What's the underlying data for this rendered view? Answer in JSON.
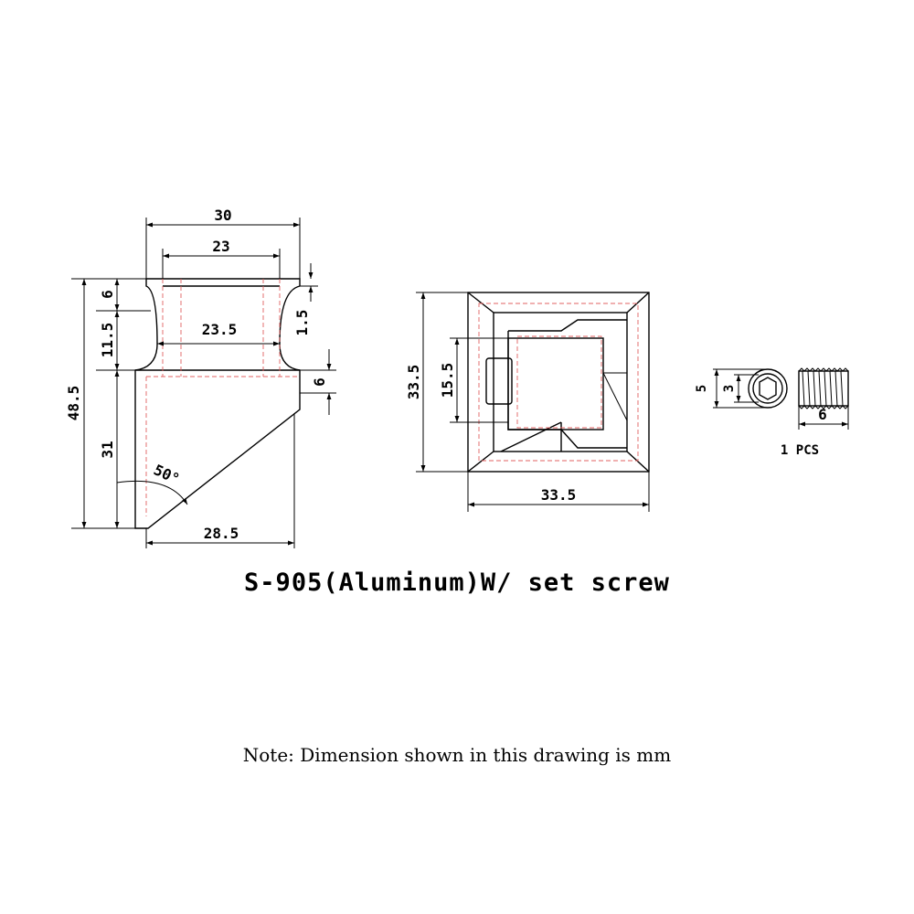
{
  "title": "S-905(Aluminum)W/ set screw",
  "note": "Note: Dimension shown in this drawing is mm",
  "side_view": {
    "dims": {
      "top_width": "30",
      "inner_width": "23",
      "neck_width": "23.5",
      "bottom_width": "28.5",
      "total_height": "48.5",
      "cap_height": "6",
      "neck_height": "11.5",
      "body_height": "31",
      "lip": "1.5",
      "step": "6",
      "angle": "50°"
    }
  },
  "top_view": {
    "dims": {
      "outer_width": "33.5",
      "outer_height": "33.5",
      "hole_height": "15.5"
    }
  },
  "set_screw": {
    "dims": {
      "outer_dia": "5",
      "hex_size": "3",
      "length": "6"
    },
    "quantity": "1 PCS"
  }
}
